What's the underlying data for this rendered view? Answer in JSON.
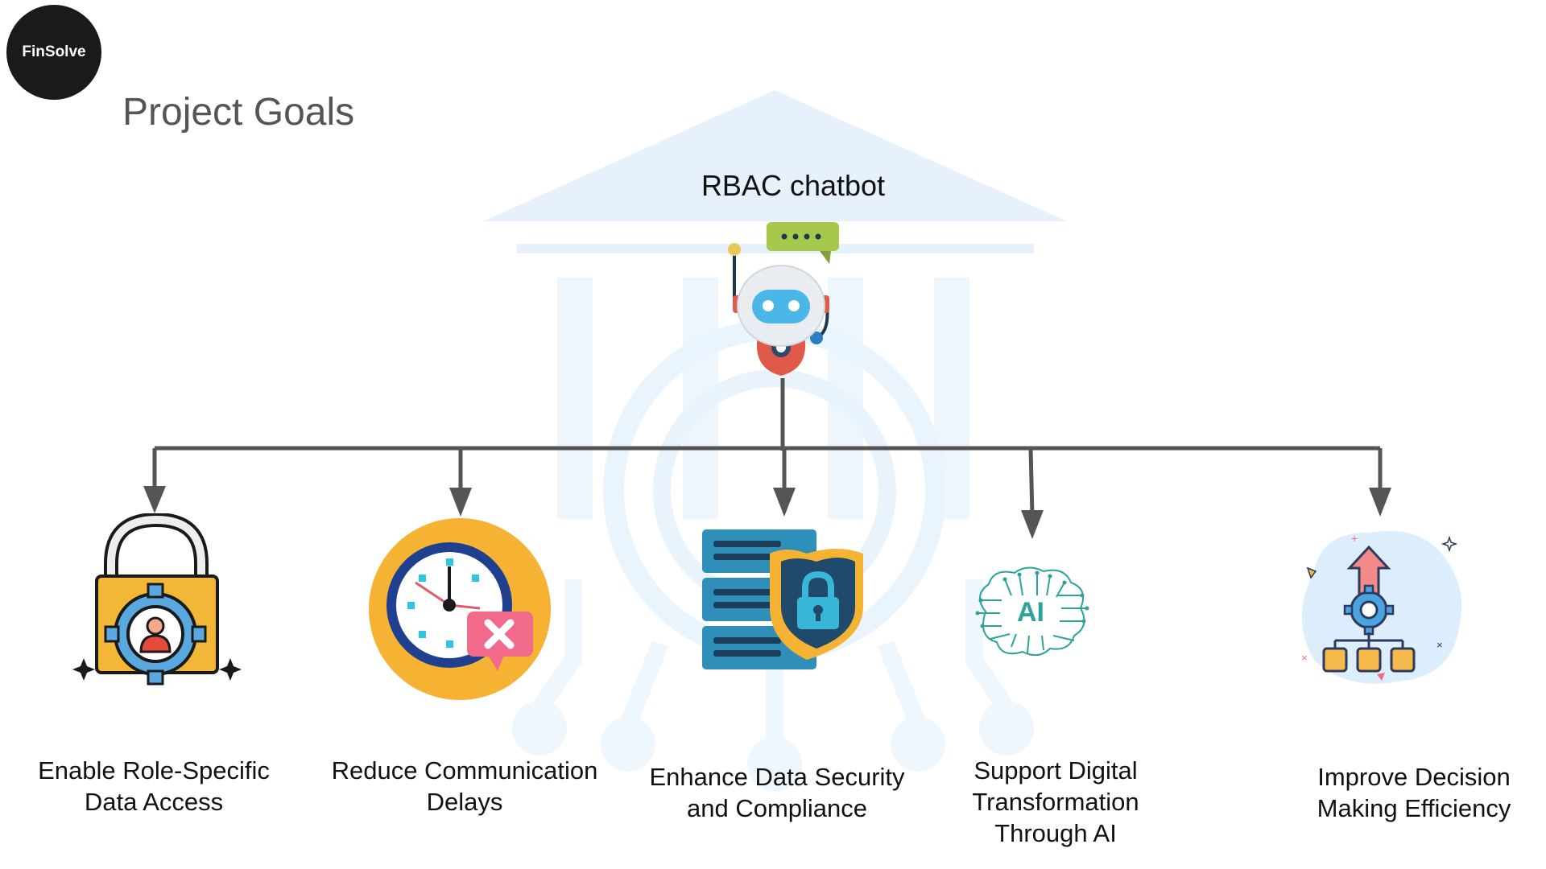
{
  "logo": {
    "text": "FinSolve"
  },
  "page": {
    "title": "Project Goals"
  },
  "diagram": {
    "root": {
      "label": "RBAC chatbot",
      "icon": "robot-icon"
    },
    "goals": [
      {
        "label": "Enable Role-Specific Data Access",
        "icon": "padlock-user-gear-icon"
      },
      {
        "label": "Reduce Communication Delays",
        "icon": "clock-message-error-icon"
      },
      {
        "label": "Enhance Data Security and Compliance",
        "icon": "server-shield-lock-icon"
      },
      {
        "label": "Support Digital Transformation Through AI",
        "icon": "ai-brain-circuit-icon"
      },
      {
        "label": "Improve Decision Making Efficiency",
        "icon": "decision-tree-gear-icon"
      }
    ]
  },
  "colors": {
    "background_art": "#dcecfb",
    "connector": "#555555",
    "logo_bg": "#1a1a1a"
  }
}
